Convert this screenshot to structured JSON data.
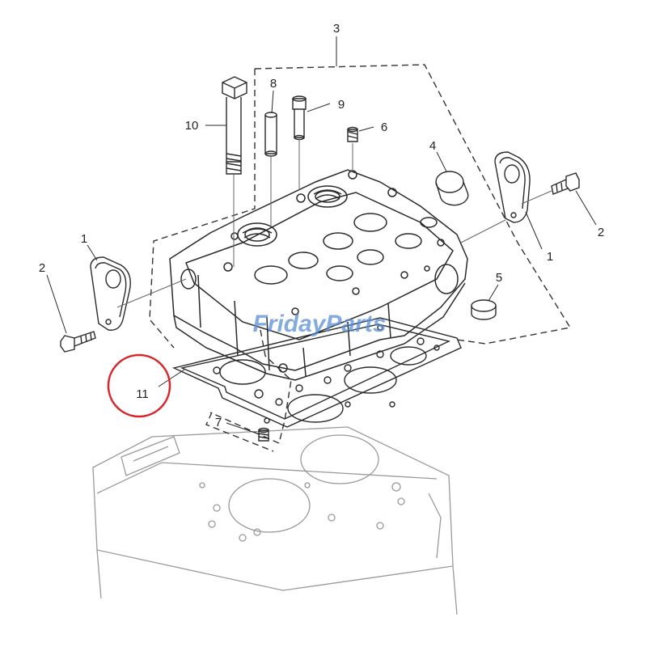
{
  "callouts": {
    "c1_left": "1",
    "c1_right": "1",
    "c2_left": "2",
    "c2_right": "2",
    "c3": "3",
    "c4": "4",
    "c5": "5",
    "c6": "6",
    "c7": "7",
    "c8": "8",
    "c9": "9",
    "c10": "10",
    "c11": "11"
  },
  "watermark": {
    "text": "FridayParts"
  },
  "colors": {
    "line": "#2a2a2a",
    "light_line": "#8a8a8a",
    "highlight_circle": "#d9262b",
    "watermark": "#5b8fd6",
    "watermark_accent": "#f5a623"
  }
}
